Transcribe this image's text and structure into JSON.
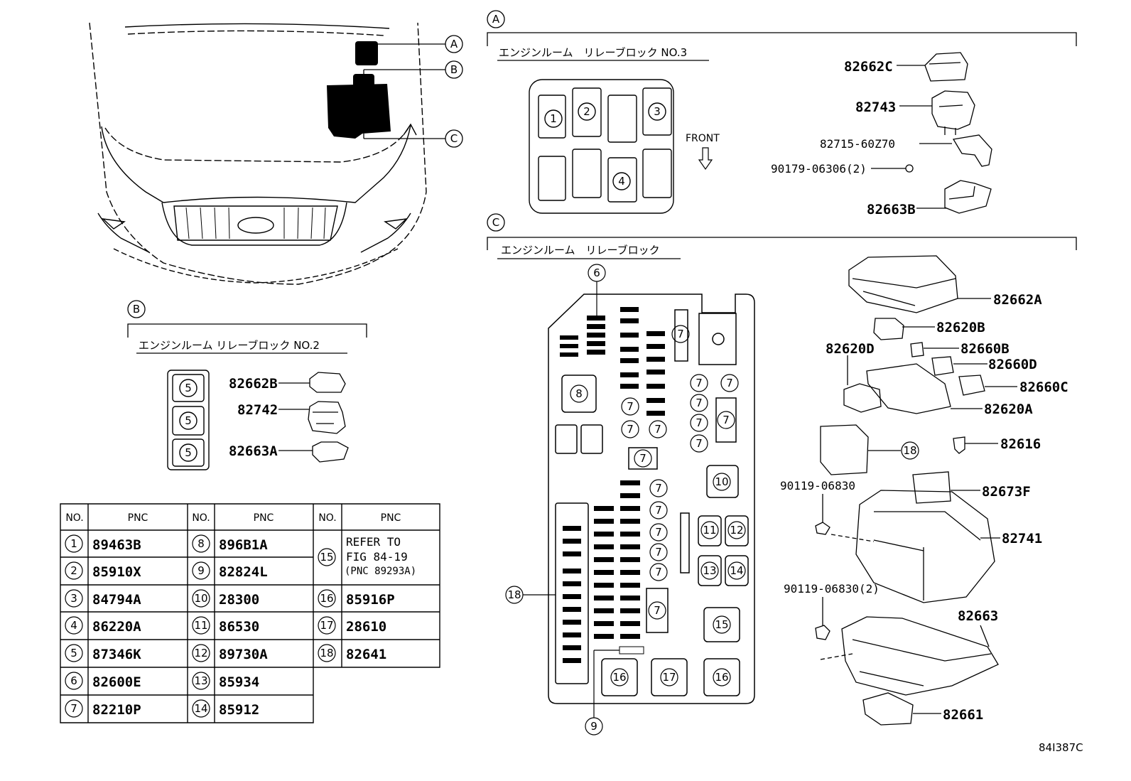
{
  "section_labels": {
    "a": "A",
    "b": "B",
    "c": "C"
  },
  "section_titles": {
    "a": "エンジンルーム　リレーブロック NO.3",
    "b": "エンジンルーム リレーブロック NO.2",
    "c": "エンジンルーム　リレーブロック"
  },
  "front_label": "FRONT",
  "part_numbers": {
    "p82662C": "82662C",
    "p82743": "82743",
    "p82715": "82715-60Z70",
    "p90179": "90179-06306(2)",
    "p82663B": "82663B",
    "p82662B": "82662B",
    "p82742": "82742",
    "p82663A": "82663A",
    "p82662A": "82662A",
    "p82620B": "82620B",
    "p82620D": "82620D",
    "p82660B": "82660B",
    "p82660D": "82660D",
    "p82660C": "82660C",
    "p82620A": "82620A",
    "p82616": "82616",
    "p90119a": "90119-06830",
    "p82673F": "82673F",
    "p82741": "82741",
    "p90119b": "90119-06830(2)",
    "p82663": "82663",
    "p82661": "82661"
  },
  "callouts": {
    "n1": "1",
    "n2": "2",
    "n3": "3",
    "n4": "4",
    "n5": "5",
    "n6": "6",
    "n7": "7",
    "n8": "8",
    "n9": "9",
    "n10": "10",
    "n11": "11",
    "n12": "12",
    "n13": "13",
    "n14": "14",
    "n15": "15",
    "n16": "16",
    "n17": "17",
    "n18": "18"
  },
  "table": {
    "header_no": "NO.",
    "header_pnc": "PNC",
    "rows": [
      {
        "no": "1",
        "pnc": "89463B"
      },
      {
        "no": "2",
        "pnc": "85910X"
      },
      {
        "no": "3",
        "pnc": "84794A"
      },
      {
        "no": "4",
        "pnc": "86220A"
      },
      {
        "no": "5",
        "pnc": "87346K"
      },
      {
        "no": "6",
        "pnc": "82600E"
      },
      {
        "no": "7",
        "pnc": "82210P"
      },
      {
        "no": "8",
        "pnc": "896B1A"
      },
      {
        "no": "9",
        "pnc": "82824L"
      },
      {
        "no": "10",
        "pnc": "28300"
      },
      {
        "no": "11",
        "pnc": "86530"
      },
      {
        "no": "12",
        "pnc": "89730A"
      },
      {
        "no": "13",
        "pnc": "85934"
      },
      {
        "no": "14",
        "pnc": "85912"
      },
      {
        "no": "15",
        "pnc_line1": "REFER TO",
        "pnc_line2": "FIG 84-19",
        "pnc_line3": "(PNC 89293A)"
      },
      {
        "no": "16",
        "pnc": "85916P"
      },
      {
        "no": "17",
        "pnc": "28610"
      },
      {
        "no": "18",
        "pnc": "82641"
      }
    ]
  },
  "figure_code": "84I387C"
}
